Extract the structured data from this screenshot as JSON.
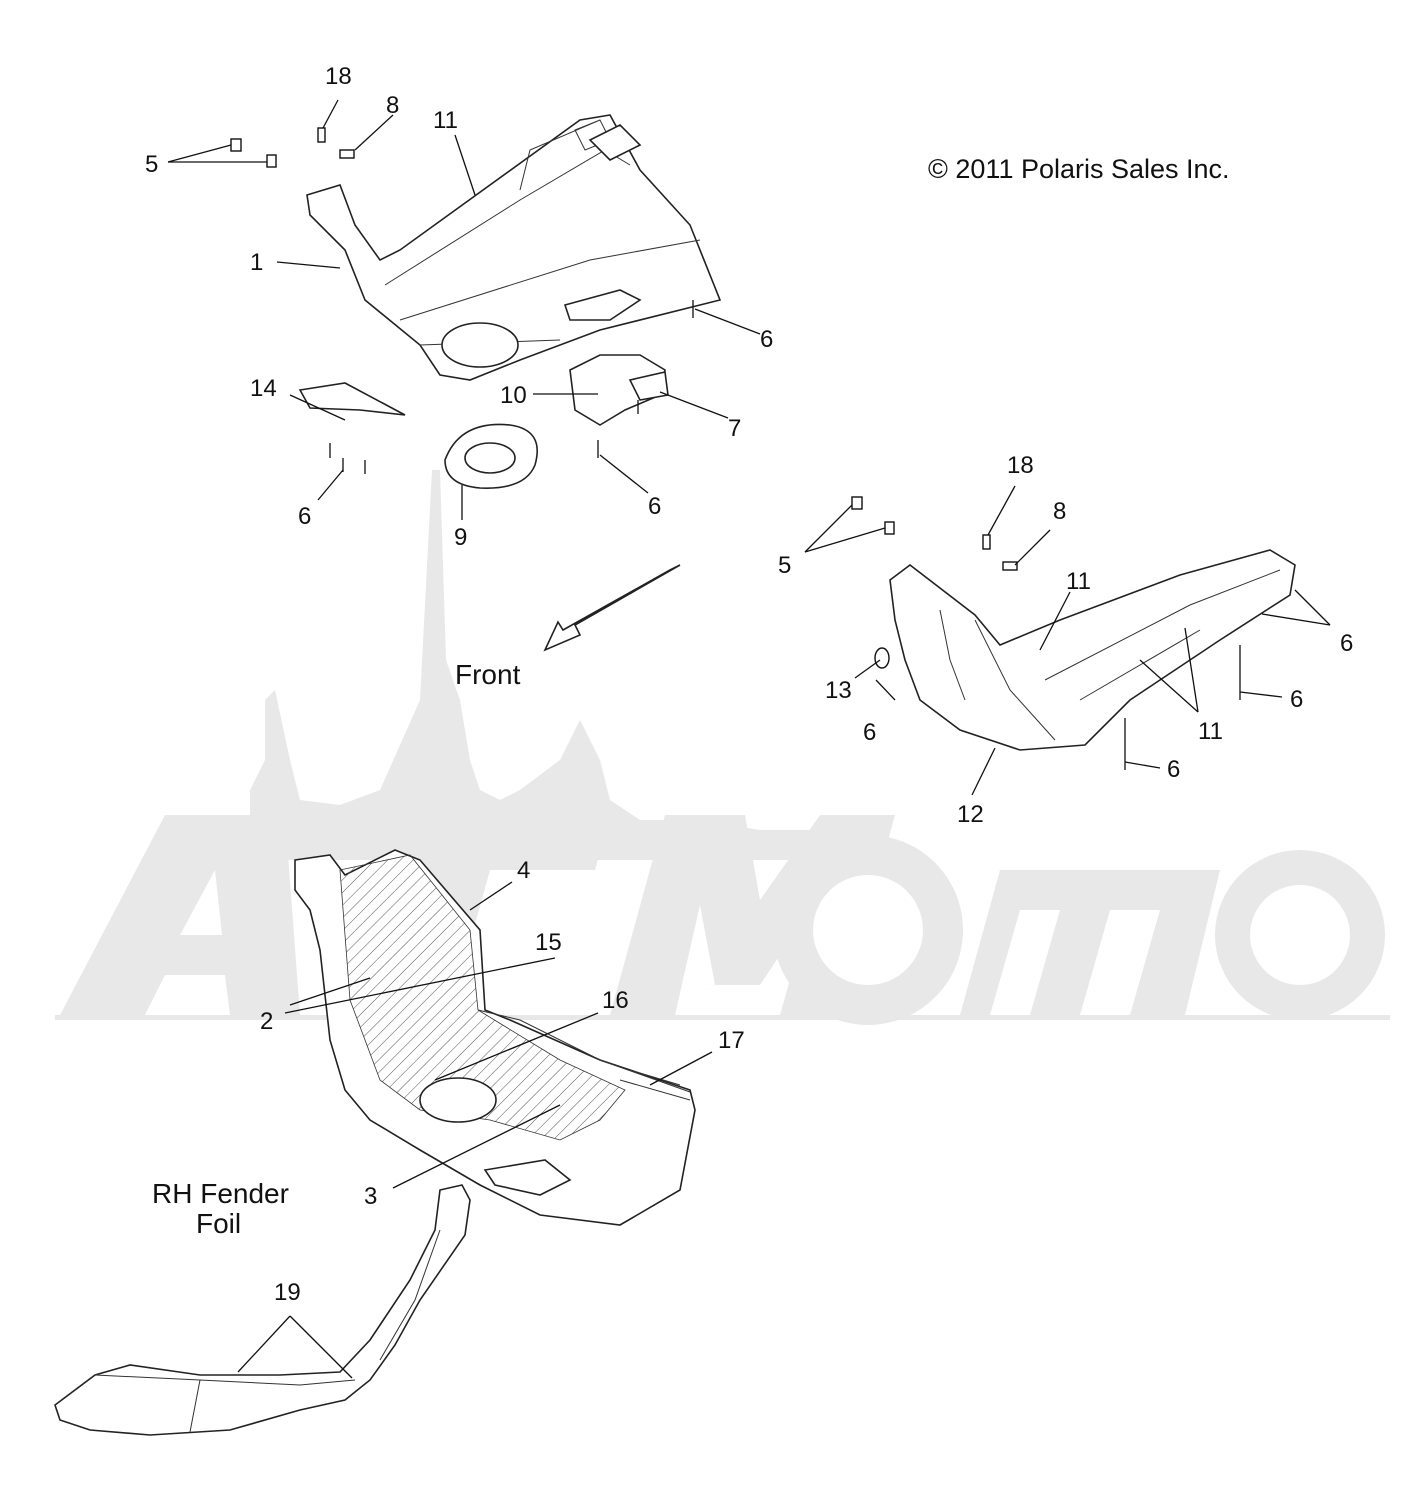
{
  "diagram": {
    "copyright": "© 2011 Polaris Sales Inc.",
    "front_label": "Front",
    "rh_label_line1": "RH Fender",
    "rh_label_line2": "Foil",
    "watermark": "ActiMoto",
    "callouts": {
      "c18a": "18",
      "c8a": "8",
      "c11a": "11",
      "c5a": "5",
      "c1": "1",
      "c6a": "6",
      "c10": "10",
      "c7": "7",
      "c14": "14",
      "c6b": "6",
      "c9": "9",
      "c6c": "6",
      "c18b": "18",
      "c8b": "8",
      "c5b": "5",
      "c11b": "11",
      "c6d": "6",
      "c13": "13",
      "c6e": "6",
      "c6f": "6",
      "c11c": "11",
      "c6g": "6",
      "c12": "12",
      "c4": "4",
      "c15": "15",
      "c16": "16",
      "c17": "17",
      "c2": "2",
      "c3": "3",
      "c19": "19"
    }
  }
}
